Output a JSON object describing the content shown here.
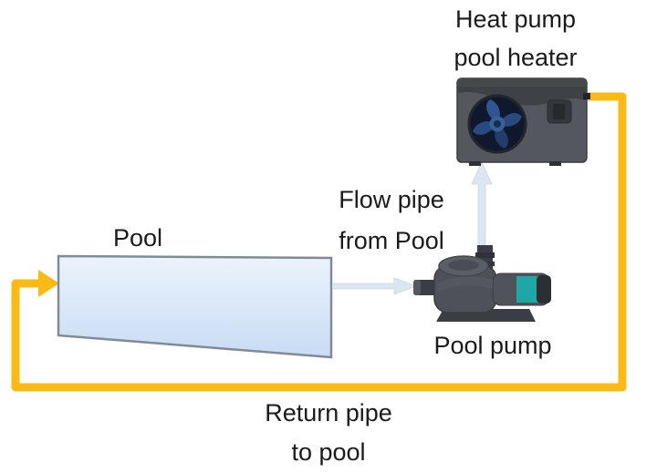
{
  "diagram": {
    "heat_pump": {
      "label_line1": "Heat pump",
      "label_line2": "pool heater"
    },
    "pool": {
      "label": "Pool"
    },
    "pool_pump": {
      "label": "Pool pump"
    },
    "flow_pipe": {
      "label_line1": "Flow pipe",
      "label_line2": "from Pool"
    },
    "return_pipe": {
      "label_line1": "Return pipe",
      "label_line2": "to pool"
    }
  },
  "colors": {
    "return_pipe": "#FBB916",
    "flow_arrow": "#DCE6F1",
    "pool_fill_top": "#EBF3FC",
    "pool_fill_bottom": "#C8DCF5",
    "pool_border": "#808B96",
    "equipment_body": "#54575D",
    "fan_blade": "#2C4C82",
    "pump_accent_teal": "#1FA7A5",
    "label_text": "#1B1B1B",
    "background": "#FFFFFF"
  }
}
